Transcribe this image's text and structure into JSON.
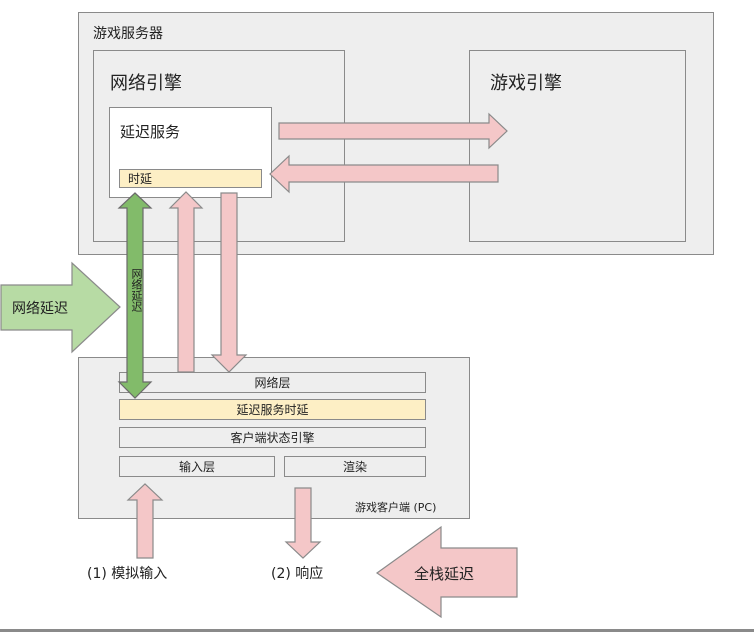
{
  "server": {
    "title": "游戏服务器",
    "network_engine": {
      "title": "网络引擎",
      "latency_service": {
        "title": "延迟服务",
        "delay_label": "时延"
      }
    },
    "game_engine": {
      "title": "游戏引擎"
    }
  },
  "client": {
    "title": "游戏客户端 (PC)",
    "layers": {
      "network": "网络层",
      "latency_delay": "延迟服务时延",
      "state_engine": "客户端状态引擎",
      "input": "输入层",
      "render": "渲染"
    }
  },
  "labels": {
    "network_latency": "网络延迟",
    "network_latency_vertical": "网络延迟",
    "sim_input": "(1) 模拟输入",
    "response": "(2) 响应",
    "full_stack_latency": "全栈延迟"
  },
  "colors": {
    "pink": "#f4c7c8",
    "green_dark": "#82bb6a",
    "green_light": "#b7dba4",
    "yellow": "#fdefc5",
    "box": "#eeeeee",
    "border": "#8a8a8a"
  }
}
